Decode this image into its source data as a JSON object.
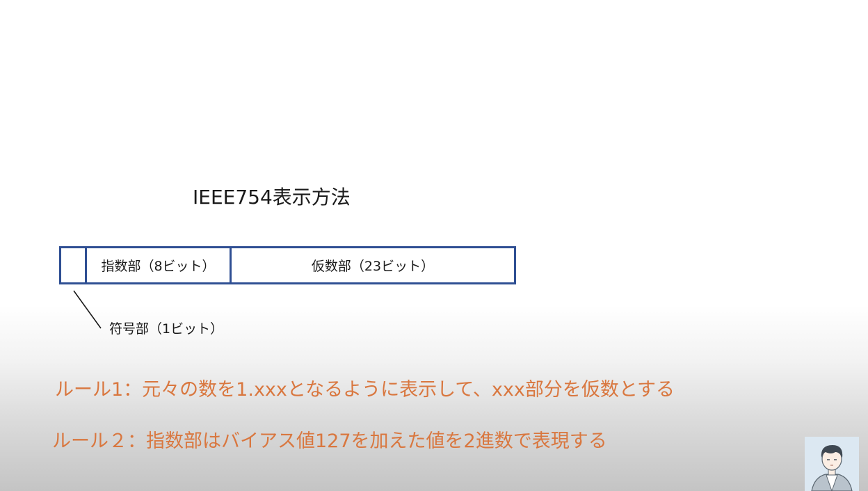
{
  "slide": {
    "title": "IEEE754表示方法",
    "fields": {
      "sign": "",
      "exponent": "指数部（8ビット）",
      "mantissa": "仮数部（23ビット）"
    },
    "sign_label": "符号部（1ビット）",
    "rules": [
      "ルール1：元々の数を1.xxxとなるように表示して、xxx部分を仮数とする",
      "ルール２：指数部はバイアス値127を加えた値を2進数で表現する"
    ]
  },
  "colors": {
    "box_border": "#2f4f93",
    "rule_text": "#d9773f",
    "body_text": "#1a1a1a"
  },
  "avatar": {
    "icon": "presenter-avatar-icon"
  }
}
